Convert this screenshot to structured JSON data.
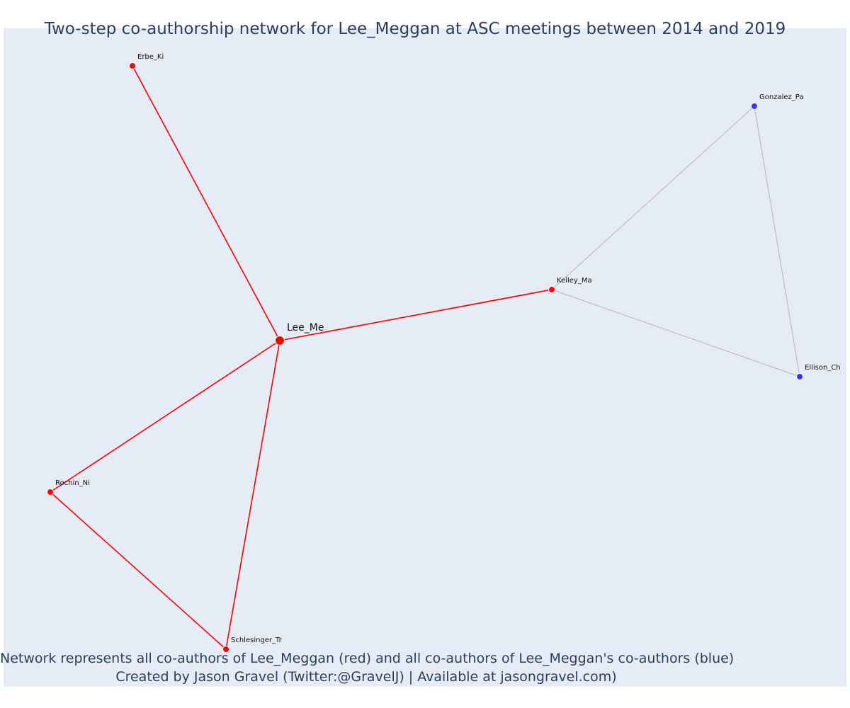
{
  "title": "Two-step co-authorship network for Lee_Meggan at ASC meetings between 2014 and 2019",
  "caption": {
    "line1": "Network represents all co-authors of Lee_Meggan (red) and all co-authors of Lee_Meggan's co-authors (blue)",
    "line2": "Created by Jason Gravel (Twitter:@GravelJ) | Available at jasongravel.com)"
  },
  "colors": {
    "background": "#e5ecf6",
    "first_degree": "#ff0000",
    "second_degree": "#3333ff",
    "second_degree_edge": "#b4b4c8",
    "text": "#2a3f5f"
  },
  "network": {
    "nodes": [
      {
        "id": "Lee_Me",
        "label": "Lee_Me",
        "group": "ego"
      },
      {
        "id": "Erbe_Ki",
        "label": "Erbe_Ki",
        "group": "coauthor"
      },
      {
        "id": "Kelley_Ma",
        "label": "Kelley_Ma",
        "group": "coauthor"
      },
      {
        "id": "Rochin_Ni",
        "label": "Rochin_Ni",
        "group": "coauthor"
      },
      {
        "id": "Schlesinger_Tr",
        "label": "Schlesinger_Tr",
        "group": "coauthor"
      },
      {
        "id": "Gonzalez_Pa",
        "label": "Gonzalez_Pa",
        "group": "coauthor-of-coauthor"
      },
      {
        "id": "Ellison_Ch",
        "label": "Ellison_Ch",
        "group": "coauthor-of-coauthor"
      }
    ],
    "edges": [
      {
        "source": "Lee_Me",
        "target": "Erbe_Ki",
        "group": "first"
      },
      {
        "source": "Lee_Me",
        "target": "Kelley_Ma",
        "group": "first"
      },
      {
        "source": "Lee_Me",
        "target": "Rochin_Ni",
        "group": "first"
      },
      {
        "source": "Lee_Me",
        "target": "Schlesinger_Tr",
        "group": "first"
      },
      {
        "source": "Rochin_Ni",
        "target": "Schlesinger_Tr",
        "group": "first"
      },
      {
        "source": "Kelley_Ma",
        "target": "Gonzalez_Pa",
        "group": "second"
      },
      {
        "source": "Kelley_Ma",
        "target": "Ellison_Ch",
        "group": "second"
      },
      {
        "source": "Gonzalez_Pa",
        "target": "Ellison_Ch",
        "group": "second"
      }
    ]
  }
}
